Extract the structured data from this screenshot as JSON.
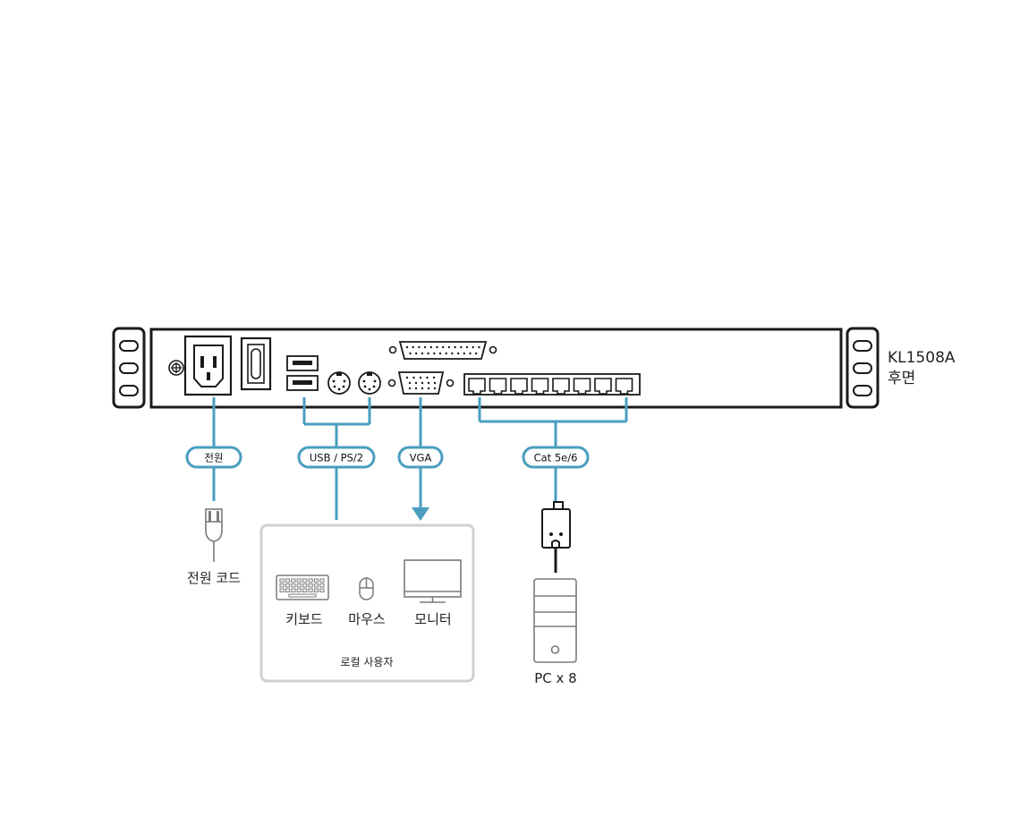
{
  "device": {
    "model": "KL1508A",
    "view": "후면"
  },
  "connections": {
    "power": "전원",
    "usb_ps2": "USB / PS/2",
    "vga": "VGA",
    "cat": "Cat 5e/6"
  },
  "devices": {
    "power_cord": "전원 코드",
    "keyboard": "키보드",
    "mouse": "마우스",
    "monitor": "모니터",
    "local_user": "로컬 사용자",
    "pc": "PC x 8"
  },
  "colors": {
    "accent": "#4a9ec0",
    "outline": "#1a1a1a",
    "icon": "#7a7a7a",
    "box": "#d0d0d0"
  }
}
